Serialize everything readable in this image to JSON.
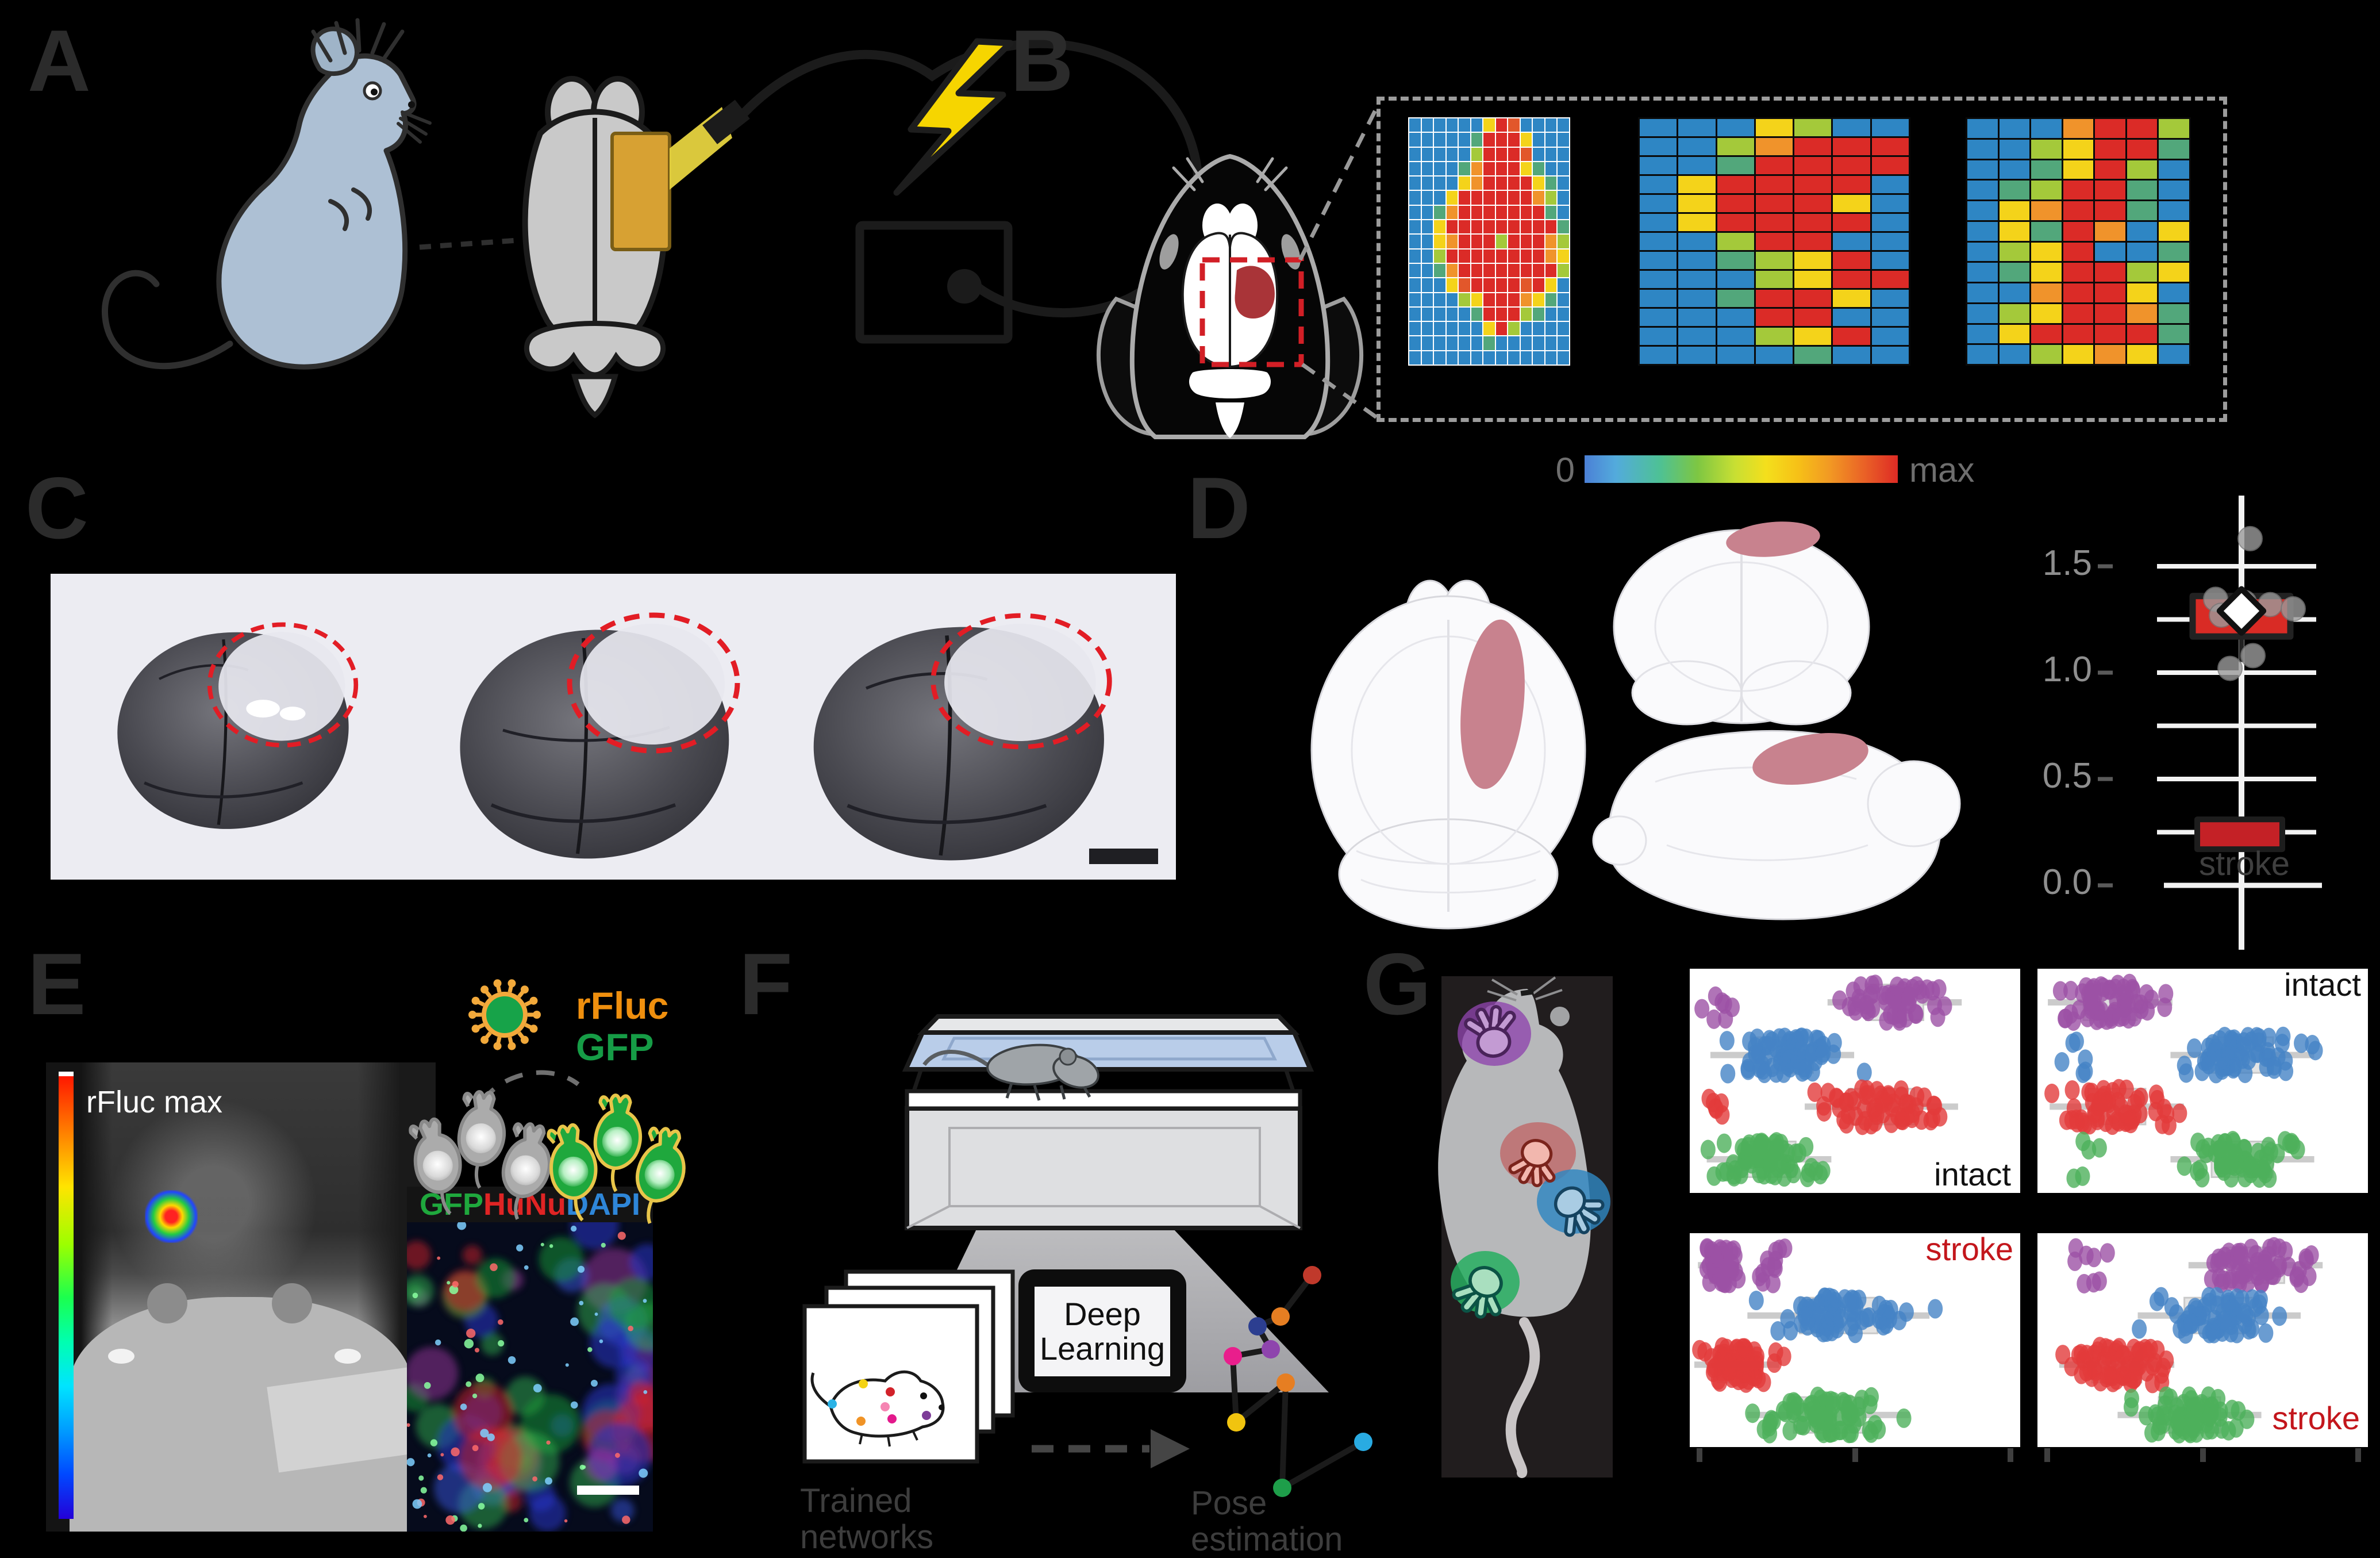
{
  "figure": {
    "background": "#000000",
    "panel_label_color": "#2b2b2b"
  },
  "panels": {
    "a": "A",
    "b": "B",
    "c": "C",
    "d": "D",
    "e": "E",
    "f": "F",
    "g": "G"
  },
  "panel_b": {
    "colorbar": {
      "min_label": "0",
      "max_label": "max",
      "gradient": [
        "#4B80D6",
        "#53ABDC",
        "#4EC195",
        "#7DC643",
        "#C8DF33",
        "#F4DF1C",
        "#F6C117",
        "#F29A23",
        "#EA6326",
        "#DE2B25"
      ]
    },
    "palette": {
      "b": "#2E86C4",
      "t": "#52A77B",
      "l": "#A4C93A",
      "y": "#F4D31A",
      "o": "#F0932B",
      "d": "#E2572B",
      "r": "#DB2B27"
    },
    "heatmaps": [
      {
        "name": "lesion-heatmap-fine",
        "gridline": "#FFFFFF",
        "rows": [
          "bbbbbbyrdbbbb",
          "bbbbbtrrrybbb",
          "bbbbblrrrdbbb",
          "bbbbtorrrytbb",
          "bbbbyorrrrytb",
          "bbbyrrrrrrolb",
          "bbtorrrrrrrtb",
          "bbyrrrrrrrrrt",
          "bbyorrrlrrrol",
          "bblrrrrrrrroy",
          "bbtorrrrrrrrl",
          "bbbydrrrrdryb",
          "bbbblyrrroytb",
          "bbbbbtrrrltbb",
          "bbbbbbyrlbbbb",
          "bbbbbbtbbbbbb",
          "bbbbbbbbbbbbb"
        ]
      },
      {
        "name": "lesion-heatmap-medium",
        "gridline": "#0A0A0A",
        "rows": [
          "bbbylbb",
          "bblorrr",
          "bbtrrrr",
          "byrrrrb",
          "byrrryb",
          "byrrrrb",
          "bblrrbb",
          "bbtlyrb",
          "bbblyrr",
          "bbtrryb",
          "bbbrrbb",
          "bbblyrb",
          "bbbbtbb"
        ]
      },
      {
        "name": "lesion-heatmap-coarse",
        "gridline": "#0A0A0A",
        "rows": [
          "bbborrl",
          "bblyrrt",
          "bbtyrlb",
          "btlrrtb",
          "byorrtb",
          "bytroby",
          "blyrbbt",
          "btyrrly",
          "bborryb",
          "blyrrot",
          "byrrrrt",
          "bblyoyb"
        ]
      }
    ]
  },
  "panel_e": {
    "image_label": "rFluc max",
    "virus_labels": [
      {
        "text": "rFluc",
        "color": "#EF8F0E"
      },
      {
        "text": "GFP",
        "color": "#169C46"
      }
    ],
    "stains": [
      {
        "text": "GFP",
        "color": "#1FA83D"
      },
      {
        "text": "HuNu",
        "color": "#E02424"
      },
      {
        "text": "DAPI",
        "color": "#2E86D8"
      }
    ]
  },
  "panel_f": {
    "device_lines": [
      "Deep",
      "Learning"
    ],
    "left_caption_lines": [
      "Trained",
      "networks"
    ],
    "right_caption_lines": [
      "Pose",
      "estimation"
    ],
    "caption_color": "#3D3D3D"
  },
  "chart_data": [
    {
      "id": "panel_d_stroke_quantification",
      "type": "box",
      "title": "",
      "categories": [
        "stroke"
      ],
      "xlabel_color": "#3F3F3F",
      "yticks": [
        "1.5",
        "1.0",
        "0.5",
        "0.0"
      ],
      "ytick_values": [
        1.5,
        1.0,
        0.5,
        0.0
      ],
      "ylim": [
        0.0,
        1.7
      ],
      "grid": true,
      "box_color": "#D92B25",
      "boxes": [
        {
          "q1": 1.17,
          "q3": 1.36,
          "mean": 1.29,
          "whisker_low": 1.05
        },
        {
          "q1": 0.17,
          "q3": 0.31
        }
      ],
      "points": [
        1.63,
        1.345,
        1.33,
        1.32,
        1.3,
        1.27,
        1.08,
        1.02
      ]
    },
    {
      "id": "panel_g_paw_strip_plots",
      "type": "strip",
      "description": "Jittered keypoint-position strip plots per paw (purple=left forepaw, blue=right hindpaw, red=right forepaw, green=left hindpaw) for intact vs stroke conditions",
      "series_colors": {
        "purple": "#9C51A5",
        "blue": "#4583C5",
        "red": "#E23B3B",
        "green": "#4DB05B"
      },
      "plots": [
        {
          "annotation": "intact",
          "annotation_color": "#111111",
          "annotation_pos": "bottom-right",
          "rows": [
            {
              "color": "purple",
              "center": 0.62,
              "spread": 0.14,
              "count": 55,
              "extra": {
                "center": 0.08,
                "spread": 0.05,
                "count": 7
              }
            },
            {
              "color": "blue",
              "center": 0.28,
              "spread": 0.15,
              "count": 70
            },
            {
              "color": "red",
              "center": 0.58,
              "spread": 0.16,
              "count": 60,
              "extra": {
                "center": 0.07,
                "spread": 0.04,
                "count": 6
              }
            },
            {
              "color": "green",
              "center": 0.24,
              "spread": 0.13,
              "count": 65
            }
          ]
        },
        {
          "annotation": "intact",
          "annotation_color": "#111111",
          "annotation_pos": "top-right",
          "rows": [
            {
              "color": "purple",
              "center": 0.22,
              "spread": 0.13,
              "count": 60
            },
            {
              "color": "blue",
              "center": 0.62,
              "spread": 0.15,
              "count": 65,
              "extra": {
                "center": 0.12,
                "spread": 0.05,
                "count": 6
              }
            },
            {
              "color": "red",
              "center": 0.24,
              "spread": 0.14,
              "count": 60
            },
            {
              "color": "green",
              "center": 0.62,
              "spread": 0.15,
              "count": 60,
              "extra": {
                "center": 0.15,
                "spread": 0.05,
                "count": 5
              }
            }
          ]
        },
        {
          "annotation": "stroke",
          "annotation_color": "#C3161C",
          "annotation_pos": "top-right",
          "rows": [
            {
              "color": "purple",
              "center": 0.09,
              "spread": 0.045,
              "count": 48,
              "extra": {
                "center": 0.24,
                "spread": 0.05,
                "count": 12
              }
            },
            {
              "color": "blue",
              "center": 0.45,
              "spread": 0.19,
              "count": 70
            },
            {
              "color": "red",
              "center": 0.14,
              "spread": 0.09,
              "count": 65
            },
            {
              "color": "green",
              "center": 0.42,
              "spread": 0.17,
              "count": 70
            }
          ]
        },
        {
          "annotation": "stroke",
          "annotation_color": "#C3161C",
          "annotation_pos": "right-lower",
          "rows": [
            {
              "color": "purple",
              "center": 0.66,
              "spread": 0.14,
              "count": 60,
              "extra": {
                "center": 0.14,
                "spread": 0.07,
                "count": 8
              }
            },
            {
              "color": "blue",
              "center": 0.55,
              "spread": 0.17,
              "count": 65
            },
            {
              "color": "red",
              "center": 0.24,
              "spread": 0.12,
              "count": 70
            },
            {
              "color": "green",
              "center": 0.46,
              "spread": 0.15,
              "count": 65
            }
          ]
        }
      ]
    }
  ]
}
